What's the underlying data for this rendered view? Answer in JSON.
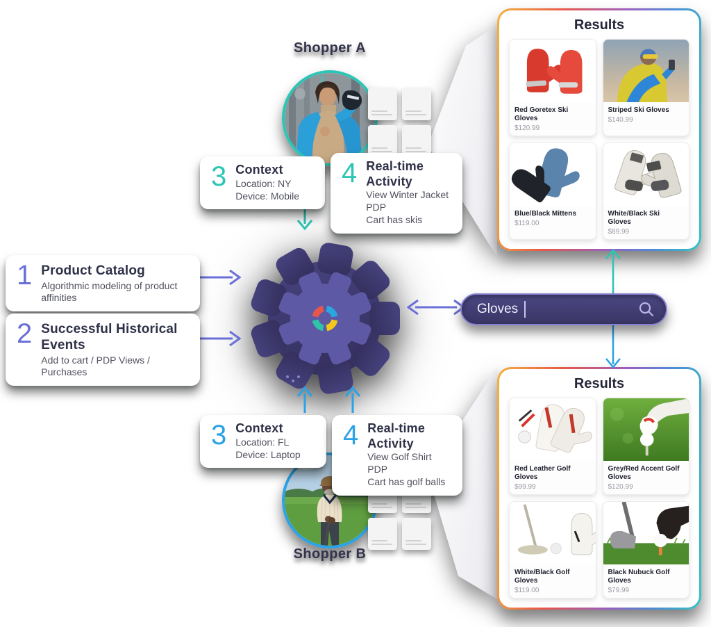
{
  "colors": {
    "teal": "#2cc5b5",
    "blue": "#2aa2e6",
    "purple": "#6a6fd8",
    "gear_dark": "#413e78",
    "gear_light": "#5d59a4",
    "search_bg": "#423e70",
    "logo_red": "#e8564a",
    "logo_blue": "#29a8e0",
    "logo_yellow": "#f5c918",
    "logo_teal": "#2ec4a9"
  },
  "shopper_a": {
    "label": "Shopper A",
    "context": {
      "number": "3",
      "title": "Context",
      "line1": "Location: NY",
      "line2": "Device: Mobile"
    },
    "activity": {
      "number": "4",
      "title": "Real-time Activity",
      "line1": "View Winter Jacket PDP",
      "line2": "Cart has skis"
    }
  },
  "shopper_b": {
    "label": "Shopper B",
    "context": {
      "number": "3",
      "title": "Context",
      "line1": "Location: FL",
      "line2": "Device: Laptop"
    },
    "activity": {
      "number": "4",
      "title": "Real-time Activity",
      "line1": "View Golf Shirt PDP",
      "line2": "Cart has golf balls"
    }
  },
  "inputs": [
    {
      "number": "1",
      "title": "Product Catalog",
      "subtitle": "Algorithmic modeling of product affinities"
    },
    {
      "number": "2",
      "title": "Successful Historical Events",
      "subtitle": "Add to cart / PDP Views / Purchases"
    }
  ],
  "search": {
    "query": "Gloves",
    "icon": "magnifier-icon"
  },
  "results_a": {
    "title": "Results",
    "products": [
      {
        "name": "Red Goretex Ski Gloves",
        "price": "$120.99"
      },
      {
        "name": "Striped Ski Gloves",
        "price": "$140.99"
      },
      {
        "name": "Blue/Black Mittens",
        "price": "$119.00"
      },
      {
        "name": "White/Black Ski Gloves",
        "price": "$89.99"
      }
    ]
  },
  "results_b": {
    "title": "Results",
    "products": [
      {
        "name": "Red Leather Golf Gloves",
        "price": "$99.99"
      },
      {
        "name": "Grey/Red Accent Golf Gloves",
        "price": "$120.99"
      },
      {
        "name": "White/Black Golf Gloves",
        "price": "$119.00"
      },
      {
        "name": "Black Nubuck Golf Gloves",
        "price": "$79.99"
      }
    ]
  }
}
